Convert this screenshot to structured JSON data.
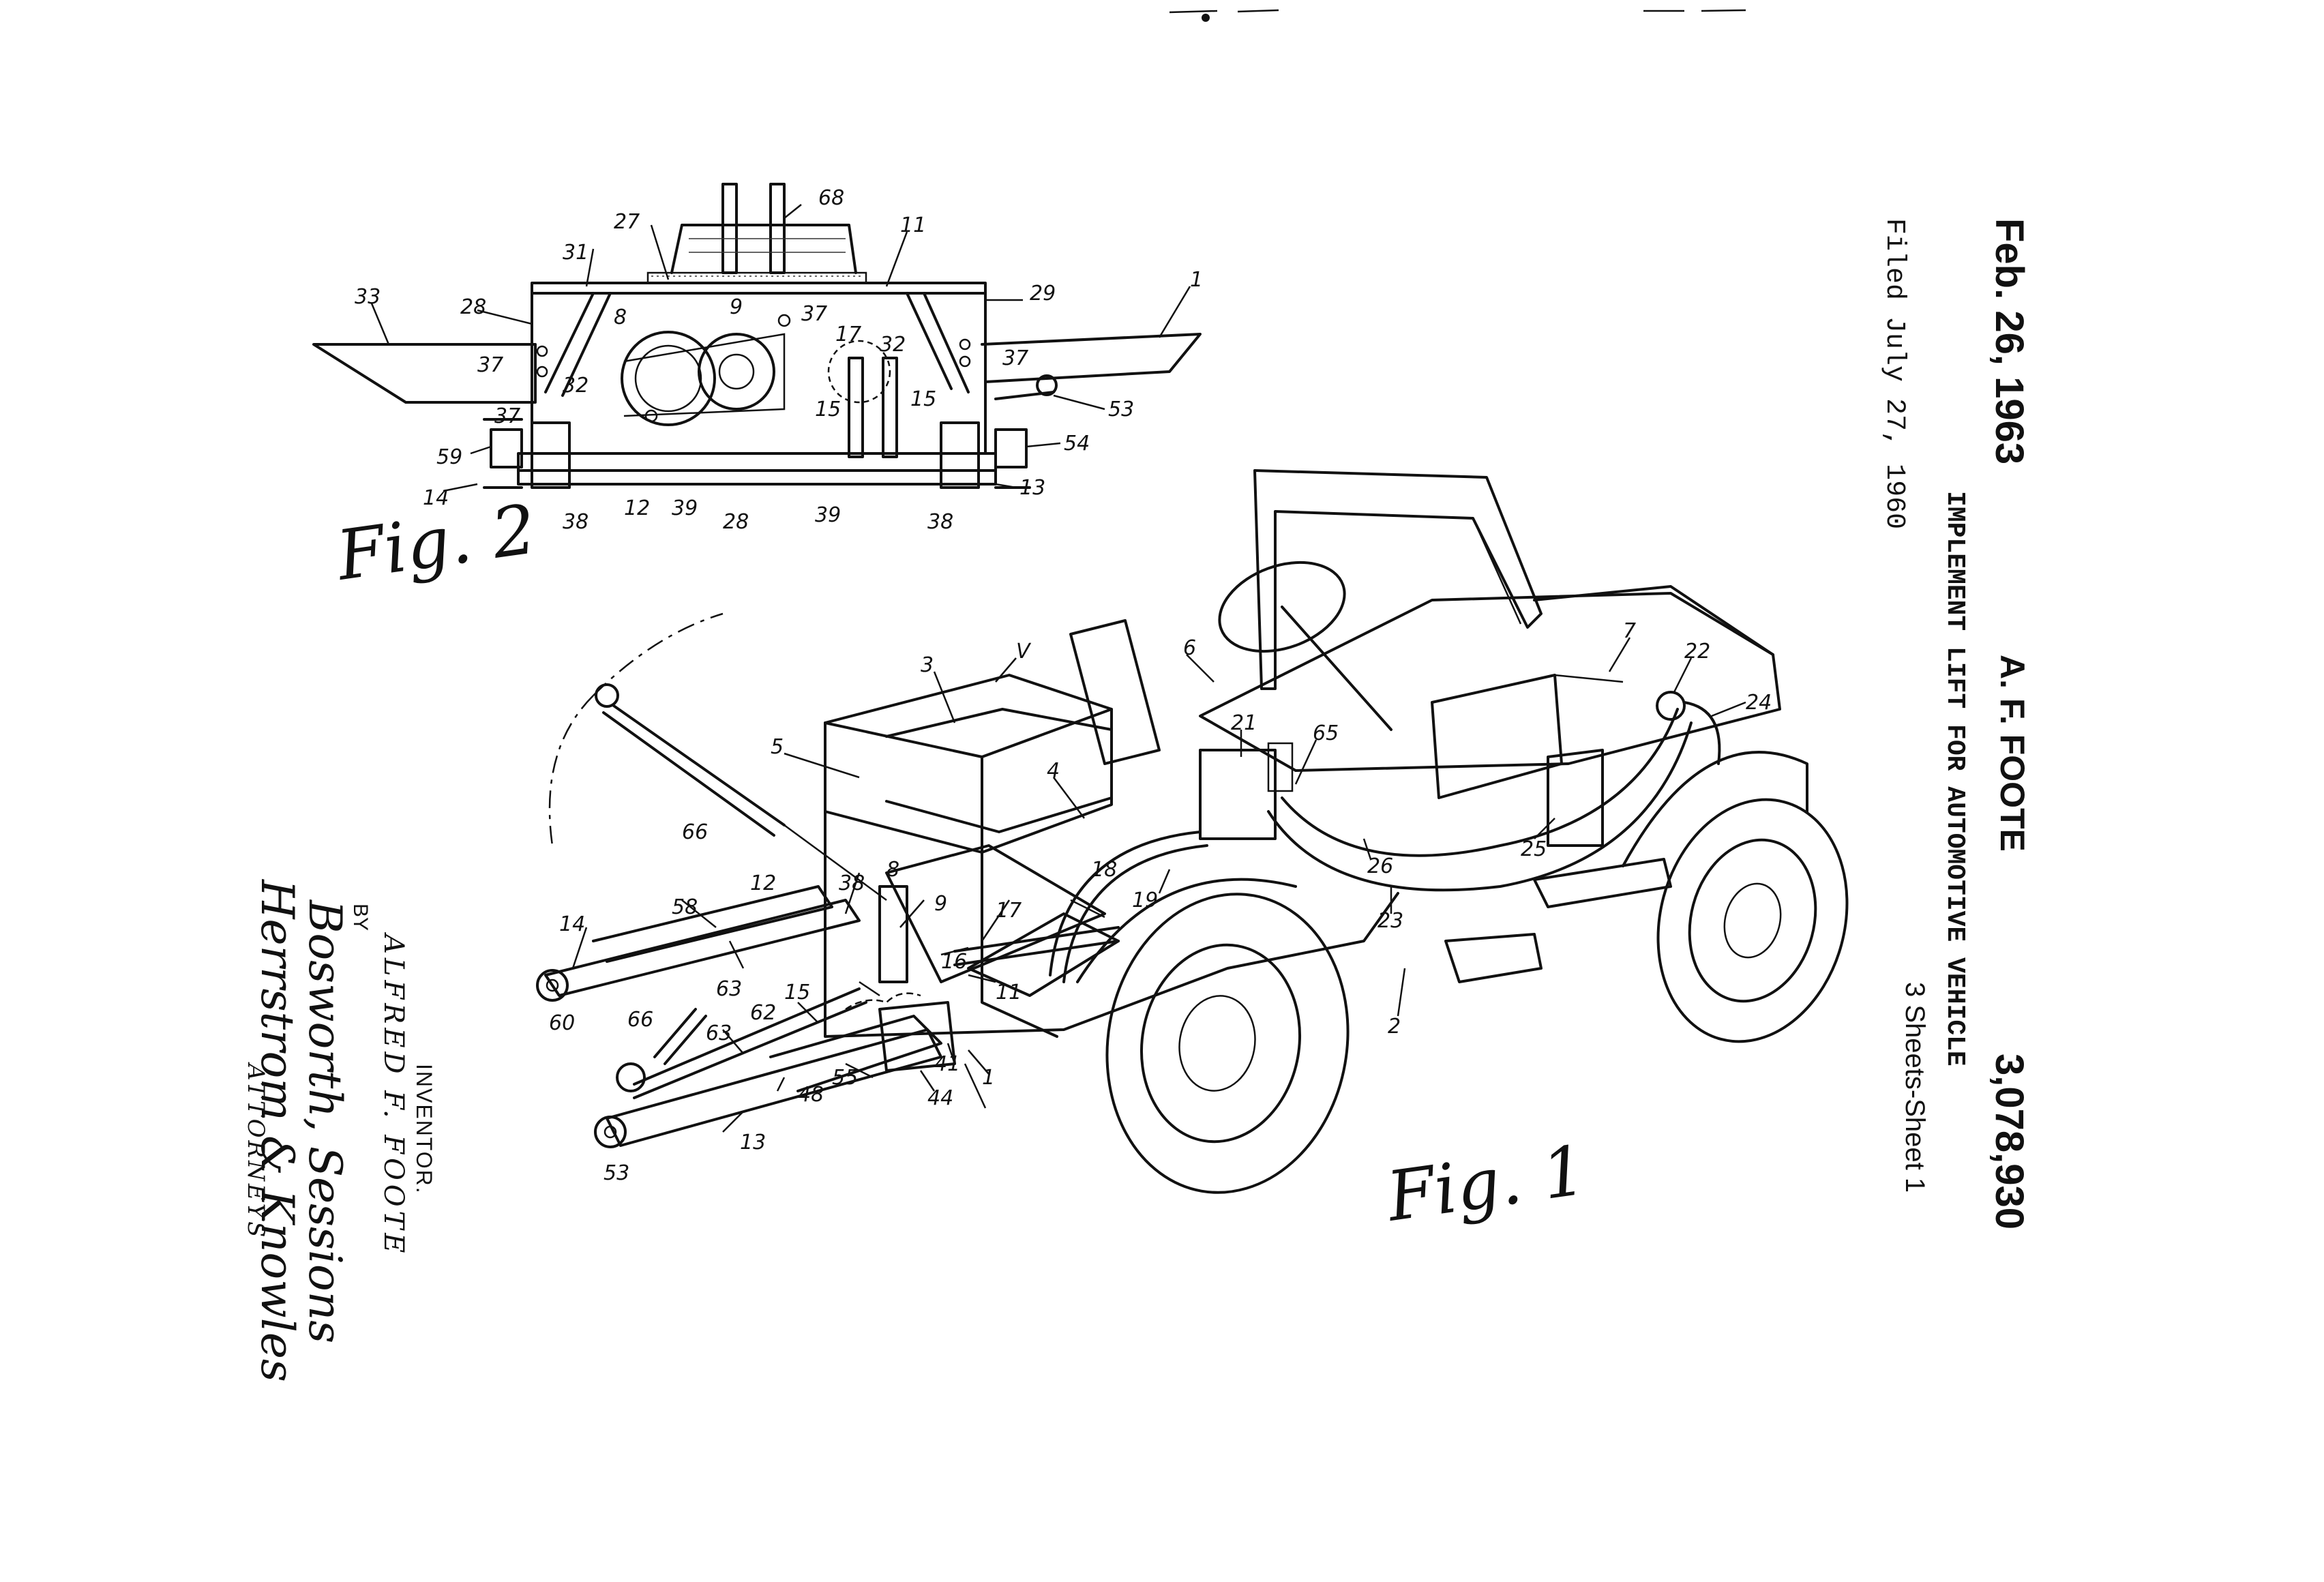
{
  "header": {
    "date": "Feb. 26, 1963",
    "inventor_name": "A. F. FOOTE",
    "patent_number": "3,078,930",
    "filed": "Filed July 27, 1960",
    "title": "IMPLEMENT LIFT FOR AUTOMOTIVE VEHICLE",
    "sheets": "3 Sheets-Sheet 1"
  },
  "signature": {
    "role": "INVENTOR.",
    "inventor": "ALFRED F. FOOTE",
    "by": "BY",
    "firm_line1": "Bosworth, Sessions",
    "firm_line2": "Herrstrom & Knowles",
    "attorneys": "ATTORNEYS"
  },
  "figures": {
    "fig1": "Fig. 1",
    "fig2": "Fig. 2"
  },
  "fig2_refs": [
    "1",
    "8",
    "9",
    "11",
    "12",
    "13",
    "14",
    "15",
    "15",
    "17",
    "27",
    "28",
    "28",
    "29",
    "31",
    "32",
    "32",
    "33",
    "37",
    "37",
    "37",
    "37",
    "38",
    "38",
    "39",
    "39",
    "53",
    "54",
    "59",
    "68"
  ],
  "fig1_refs": [
    "V",
    "1",
    "2",
    "3",
    "4",
    "5",
    "6",
    "7",
    "8",
    "9",
    "11",
    "12",
    "13",
    "14",
    "15",
    "16",
    "17",
    "18",
    "19",
    "21",
    "22",
    "23",
    "24",
    "25",
    "26",
    "38",
    "41",
    "44",
    "48",
    "53",
    "55",
    "58",
    "60",
    "62",
    "63",
    "63",
    "65",
    "66",
    "66"
  ]
}
